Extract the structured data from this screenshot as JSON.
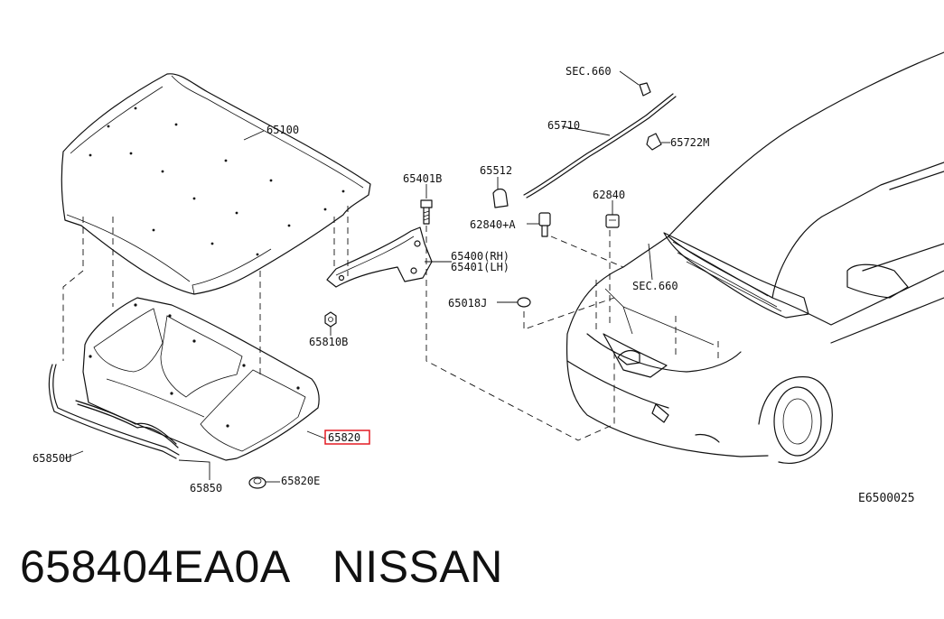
{
  "diagram": {
    "labels": {
      "l65100": "65100",
      "l65820": "65820",
      "l65850U": "65850U",
      "l65850": "65850",
      "l65820E": "65820E",
      "l65401B": "65401B",
      "l65810B": "65810B",
      "l65400": "65400(RH)",
      "l65401": "65401(LH)",
      "l65512": "65512",
      "l62840A": "62840+A",
      "l62840": "62840",
      "l65018J": "65018J",
      "l65710": "65710",
      "lsec1": "SEC.660",
      "l65722M": "65722M",
      "lsec2": "SEC.660",
      "ldiag": "E6500025"
    },
    "highlight_color": "#e31b23"
  },
  "caption": {
    "part_number": "658404EA0A",
    "brand": "NISSAN"
  }
}
